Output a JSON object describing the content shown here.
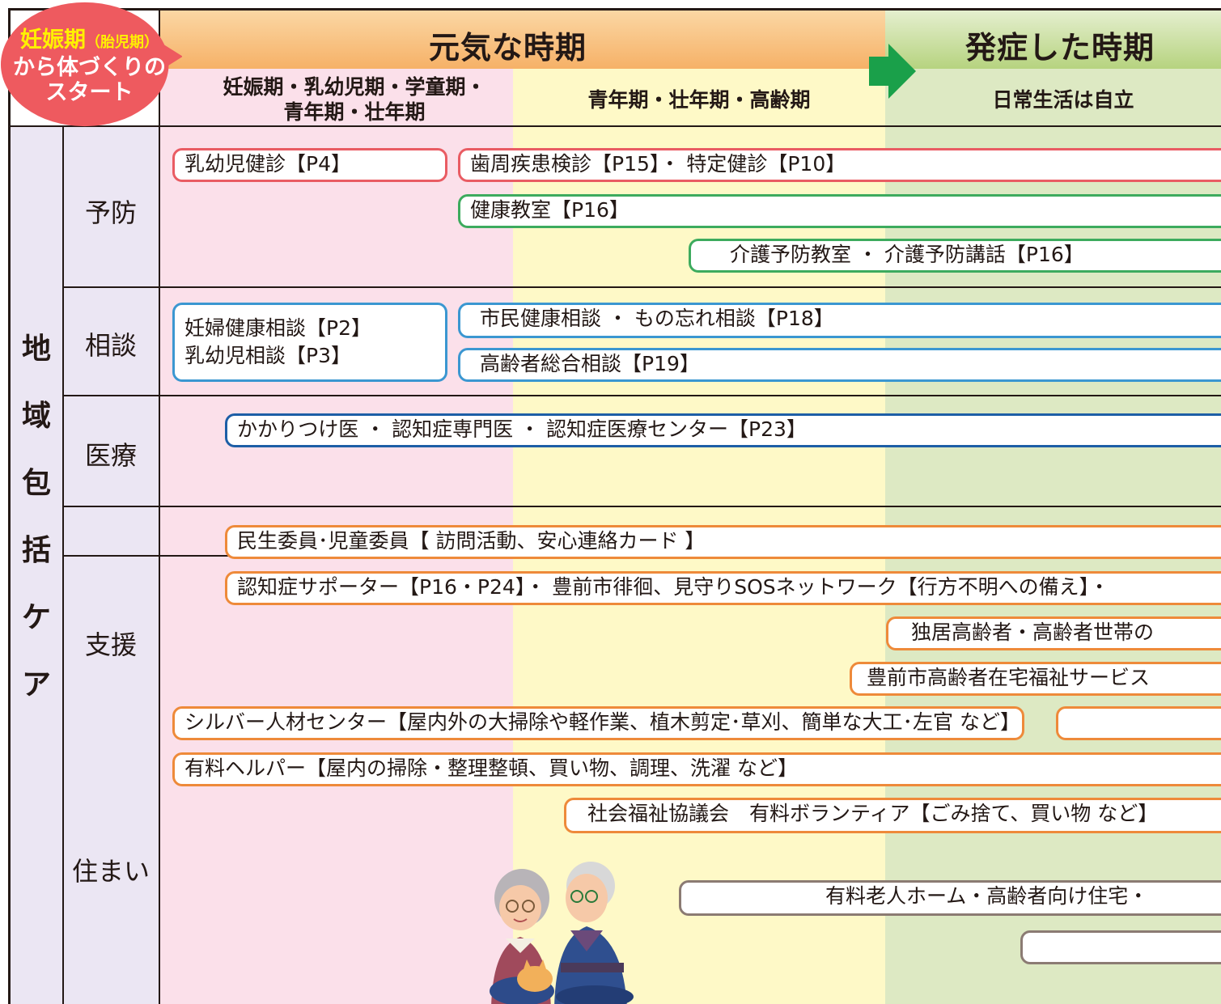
{
  "header": {
    "start_balloon": {
      "line1_main": "妊娠期",
      "line1_paren": "（胎児期）",
      "line2": "から体づくりの",
      "line3": "スタート"
    },
    "phase_healthy": "元気な時期",
    "phase_onset": "発症した時期",
    "sub_pink_line1": "妊娠期・乳幼児期・学童期・",
    "sub_pink_line2": "青年期・壮年期",
    "sub_yellow": "青年期・壮年期・高齢期",
    "sub_green": "日常生活は自立"
  },
  "side_title": [
    "地",
    "域",
    "包",
    "括",
    "ケ",
    "ア"
  ],
  "categories": {
    "prevention": "予防",
    "consultation": "相談",
    "medical": "医療",
    "support": "支援",
    "housing": "住まい"
  },
  "prevention": {
    "infant_checkup": "乳幼児健診【P4】",
    "dental_specific": "歯周疾患検診【P15】・ 特定健診【P10】",
    "health_class": "健康教室【P16】",
    "care_prevention": "介護予防教室 ・ 介護予防講話【P16】"
  },
  "consultation": {
    "pregnant_line1": "妊婦健康相談【P2】",
    "pregnant_line2": "乳幼児相談【P3】",
    "citizen": "市民健康相談 ・ もの忘れ相談【P18】",
    "elderly": "高齢者総合相談【P19】"
  },
  "medical": {
    "doctors": "かかりつけ医 ・ 認知症専門医 ・ 認知症医療センター【P23】"
  },
  "support": {
    "welfare_commissioners": "民生委員･児童委員【 訪問活動、安心連絡カード 】",
    "dementia_supporter": "認知症サポーター【P16・P24】・ 豊前市徘徊、見守りSOSネットワーク【行方不明への備え】・",
    "living_alone": "独居高齢者・高齢者世帯の",
    "home_welfare": "豊前市高齢者在宅福祉サービス",
    "silver_center": "シルバー人材センター【屋内外の大掃除や軽作業、植木剪定･草刈、簡単な大工･左官 など】",
    "paid_helper": "有料ヘルパー【屋内の掃除・整理整頓、買い物、調理、洗濯 など】",
    "volunteer": "社会福祉協議会　有料ボランティア【ごみ捨て、買い物 など】"
  },
  "housing": {
    "nursing_home": "有料老人ホーム・高齢者向け住宅・"
  },
  "colors": {
    "pink": "#fbe0ea",
    "yellow": "#fef9c7",
    "green": "#dde9c3",
    "red_border": "#e95c63",
    "green_border": "#3dab5e",
    "blue_border": "#3b97d1",
    "navy_border": "#1d5ea6",
    "orange_border": "#ee8a3a",
    "brown_border": "#8b7b73"
  }
}
